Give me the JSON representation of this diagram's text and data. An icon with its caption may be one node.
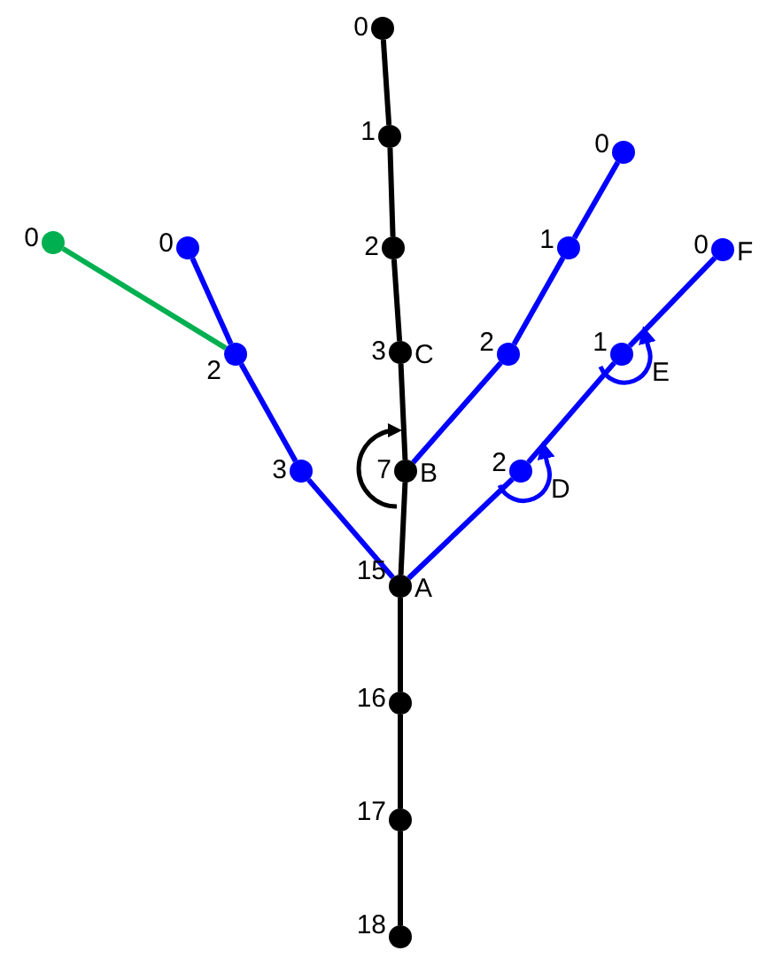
{
  "diagram": {
    "nodes": [
      {
        "text": [
          "0"
        ]
      },
      {
        "text": [
          "1"
        ]
      },
      {
        "text": [
          "0"
        ]
      },
      {
        "text": [
          "0"
        ]
      },
      {
        "text": [
          "0"
        ]
      },
      {
        "text": [
          "2"
        ]
      },
      {
        "text": [
          "1"
        ]
      },
      {
        "text": [
          "0"
        ],
        "beside": [
          "F"
        ]
      },
      {
        "text": [
          "2"
        ]
      },
      {
        "text": [
          "3"
        ],
        "beside": [
          "C"
        ]
      },
      {
        "text": [
          "2"
        ]
      },
      {
        "text": [
          "1"
        ]
      },
      {
        "text": [
          "3"
        ]
      },
      {
        "text": [
          "7"
        ],
        "beside": [
          "B"
        ]
      },
      {
        "text": [
          "2"
        ]
      },
      {
        "text": [
          "15"
        ],
        "beside": [
          "A"
        ]
      },
      {
        "text": [
          "16"
        ]
      },
      {
        "text": [
          "17"
        ]
      },
      {
        "text": [
          "18"
        ]
      }
    ],
    "edges": [
      {
        "from": 0,
        "to": 1,
        "arrow": "none",
        "color": "#000000"
      },
      {
        "from": 1,
        "to": 5,
        "arrow": "none",
        "color": "#000000"
      },
      {
        "from": 5,
        "to": 9,
        "arrow": "none",
        "color": "#000000"
      },
      {
        "from": 9,
        "to": 13,
        "arrow": "none",
        "color": "#000000"
      },
      {
        "from": 13,
        "to": 15,
        "arrow": "none",
        "color": "#000000"
      },
      {
        "from": 15,
        "to": 16,
        "arrow": "none",
        "color": "#000000"
      },
      {
        "from": 16,
        "to": 17,
        "arrow": "none",
        "color": "#000000"
      },
      {
        "from": 17,
        "to": 18,
        "arrow": "none",
        "color": "#000000"
      },
      {
        "from": 15,
        "to": 12,
        "arrow": "none"
      },
      {
        "from": 12,
        "to": 8,
        "arrow": "none"
      },
      {
        "from": 8,
        "to": 4,
        "arrow": "none"
      },
      {
        "from": 3,
        "to": 8,
        "arrow": "none",
        "color": "#00b050"
      },
      {
        "from": 13,
        "to": 10,
        "arrow": "none"
      },
      {
        "from": 10,
        "to": 6,
        "arrow": "none"
      },
      {
        "from": 6,
        "to": 2,
        "arrow": "none"
      },
      {
        "from": 15,
        "to": 14,
        "arrow": "none"
      },
      {
        "from": 14,
        "to": 11,
        "arrow": "none"
      },
      {
        "from": 11,
        "to": 7,
        "arrow": "none"
      }
    ],
    "labels": [
      "E",
      "D"
    ]
  }
}
